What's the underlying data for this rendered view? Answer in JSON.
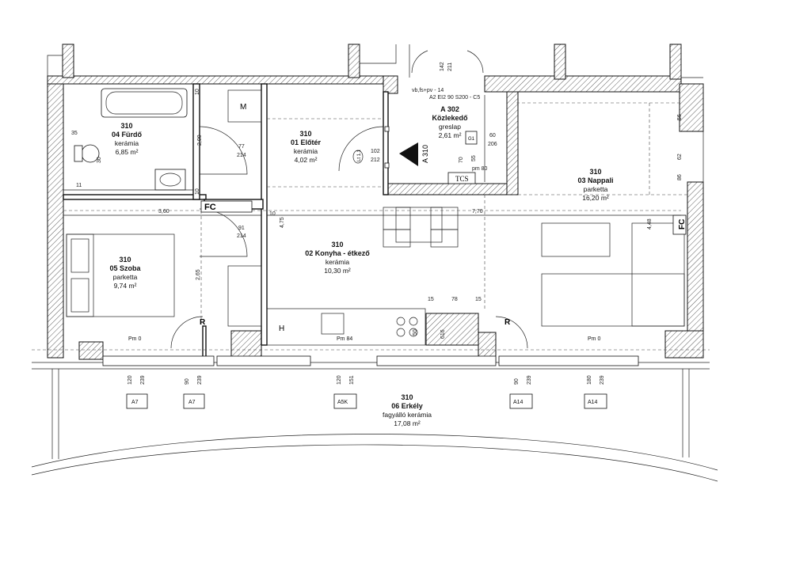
{
  "rooms": [
    {
      "id": "furdo",
      "number": "310",
      "name": "04 Fürdő",
      "floor": "kerámia",
      "area": "6,85 m²"
    },
    {
      "id": "eloter",
      "number": "310",
      "name": "01 Előtér",
      "floor": "kerámia",
      "area": "4,02 m²"
    },
    {
      "id": "kozl",
      "number": "A 302",
      "name": "Közlekedő",
      "floor": "greslap",
      "area": "2,61 m²"
    },
    {
      "id": "nappali",
      "number": "310",
      "name": "03 Nappali",
      "floor": "parketta",
      "area": "16,20 m²"
    },
    {
      "id": "konyha",
      "number": "310",
      "name": "02 Konyha - étkező",
      "floor": "kerámia",
      "area": "10,30 m²"
    },
    {
      "id": "szoba",
      "number": "310",
      "name": "05 Szoba",
      "floor": "parketta",
      "area": "9,74 m²"
    },
    {
      "id": "erkely",
      "number": "310",
      "name": "06 Erkély",
      "floor": "fagyálló kerámia",
      "area": "17,08 m²"
    }
  ],
  "symbols": {
    "fc1": "FC",
    "fc2": "FC",
    "m": "M",
    "h": "H",
    "r1": "R",
    "r2": "R",
    "tcs": "TCS",
    "unit_arrow": "A 310",
    "lt": "Lt 1.1",
    "g1": "G1"
  },
  "levels": {
    "pm0_left": "Pm 0",
    "pm84": "Pm 84",
    "pm0_right": "Pm 0",
    "pm80": "pm 80"
  },
  "notes": {
    "top_note": "vb,fs+pv - 14",
    "door_spec": "A2 EI2 90 S200 - C5"
  },
  "dimensions": {
    "d360": "3,60",
    "d770": "7,70",
    "d200": "2,00",
    "d265": "2,65",
    "d475": "4,75",
    "d448": "4,48",
    "d77": "77",
    "d214a": "214",
    "d91": "91",
    "d214b": "214",
    "d102": "102",
    "d212": "212",
    "d60": "60",
    "d206": "206",
    "d70": "70",
    "d55": "55",
    "d15a": "15",
    "d78": "78",
    "d15b": "15",
    "d50": "50",
    "d616": "616",
    "d35": "35",
    "d10a": "10",
    "d10b": "10",
    "d10c": "10",
    "d11": "11",
    "d30": "30",
    "d142": "142",
    "d211": "211",
    "d56": "56",
    "d62": "62",
    "d86": "86"
  },
  "openings": [
    {
      "sill": "120",
      "height": "239",
      "tag": "A7"
    },
    {
      "sill": "90",
      "height": "239",
      "tag": "A7"
    },
    {
      "sill": "120",
      "height": "151",
      "tag": "A5K"
    },
    {
      "sill": "90",
      "height": "239",
      "tag": "A14"
    },
    {
      "sill": "180",
      "height": "239",
      "tag": "A14"
    }
  ]
}
